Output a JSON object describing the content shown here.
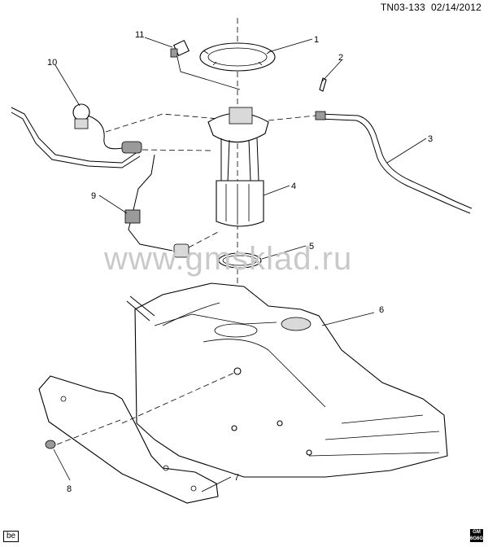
{
  "header": {
    "code": "TN03-133",
    "date": "02/14/2012"
  },
  "watermark": "www.gmsklad.ru",
  "corner_label": "be",
  "logo": {
    "line1": "GM",
    "line2": "6G6G"
  },
  "callouts": [
    "1",
    "2",
    "3",
    "4",
    "5",
    "6",
    "7",
    "8",
    "9",
    "10",
    "11"
  ],
  "parts": {
    "1": "lock-ring",
    "2": "fitting",
    "3": "fuel-feed-pipe",
    "4": "fuel-pump-module",
    "5": "seal",
    "6": "fuel-tank",
    "7": "heat-shield",
    "8": "nut",
    "9": "wiring-harness",
    "10": "vent-valve-hose",
    "11": "sensor"
  },
  "colors": {
    "line": "#000000",
    "watermark": "#c9c9c9",
    "shade": "#d9d9d9"
  }
}
